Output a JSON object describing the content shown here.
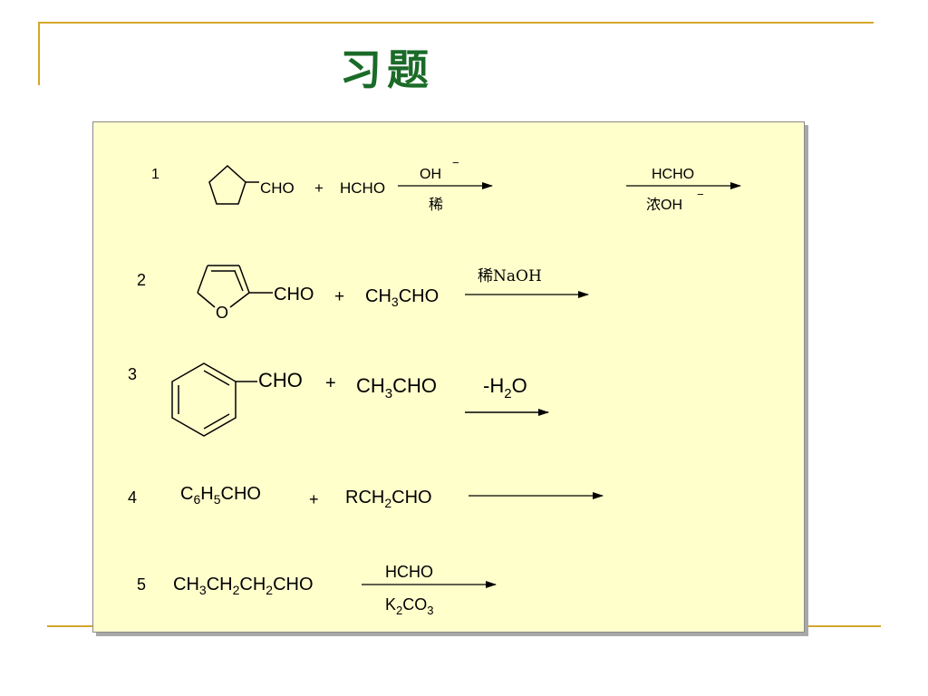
{
  "title": "习题",
  "colors": {
    "accent": "#d4a62a",
    "title": "#1a6b28",
    "panel": "#ffffcc"
  },
  "problems": [
    {
      "number": "1",
      "reactant1": "CHO",
      "plus": "+",
      "reactant2": "HCHO",
      "step1_above": "OH",
      "step1_above_sup": "−",
      "step1_below": "稀",
      "step2_above": "HCHO",
      "step2_below": "浓OH",
      "step2_below_sup": "−"
    },
    {
      "number": "2",
      "ring_atom": "O",
      "reactant1": "CHO",
      "plus": "+",
      "reactant2_a": "CH",
      "reactant2_sub": "3",
      "reactant2_b": "CHO",
      "above": "稀NaOH"
    },
    {
      "number": "3",
      "reactant1": "CHO",
      "plus": "+",
      "reactant2_a": "CH",
      "reactant2_sub": "3",
      "reactant2_b": "CHO",
      "cond_a": "-H",
      "cond_sub": "2",
      "cond_b": "O"
    },
    {
      "number": "4",
      "r1_a": "C",
      "r1_sub1": "6",
      "r1_b": "H",
      "r1_sub2": "5",
      "r1_c": "CHO",
      "plus": "+",
      "r2_a": "RCH",
      "r2_sub": "2",
      "r2_b": "CHO"
    },
    {
      "number": "5",
      "r_a": "CH",
      "r_sub1": "3",
      "r_b": "CH",
      "r_sub2": "2",
      "r_c": "CH",
      "r_sub3": "2",
      "r_d": "CHO",
      "above": "HCHO",
      "below_a": "K",
      "below_sub1": "2",
      "below_b": "CO",
      "below_sub2": "3"
    }
  ]
}
